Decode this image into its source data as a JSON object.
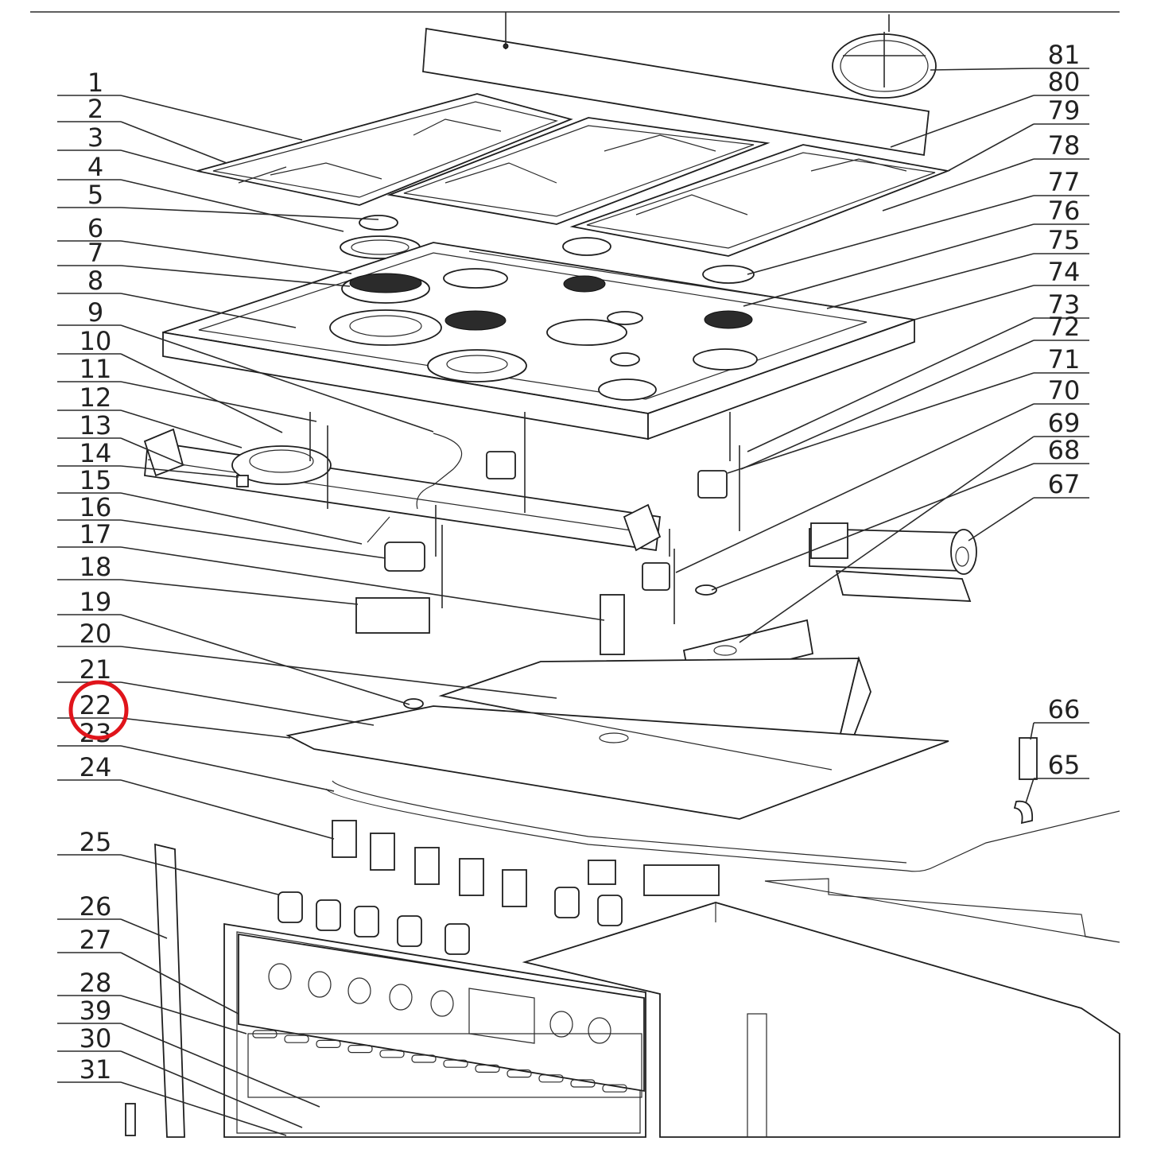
{
  "diagram": {
    "left_labels": [
      "1",
      "2",
      "3",
      "4",
      "5",
      "6",
      "7",
      "8",
      "9",
      "10",
      "11",
      "12",
      "13",
      "14",
      "15",
      "16",
      "17",
      "18",
      "19",
      "20",
      "21",
      "22",
      "23",
      "24",
      "25",
      "26",
      "27",
      "28",
      "39",
      "30",
      "31"
    ],
    "right_labels": [
      "81",
      "80",
      "79",
      "78",
      "77",
      "76",
      "75",
      "74",
      "73",
      "72",
      "71",
      "70",
      "69",
      "68",
      "67",
      "66",
      "65"
    ],
    "highlight": {
      "label": "22",
      "color": "#e0141b"
    },
    "line_color": "#2a2a2a"
  }
}
